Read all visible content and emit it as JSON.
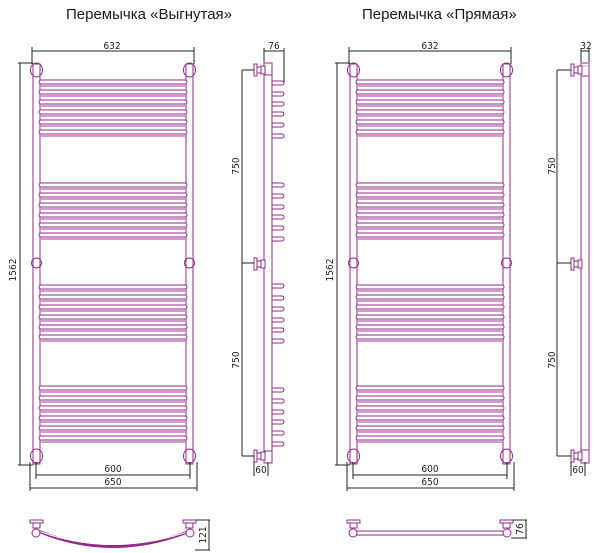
{
  "left": {
    "title": "Перемычка «Выгнутая»",
    "dims": {
      "top_width": "632",
      "depth_top": "76",
      "height": "1562",
      "mount_upper": "750",
      "mount_lower": "750",
      "bottom_inner": "600",
      "bottom_outer": "650",
      "wall_offset": "60",
      "plan_depth": "121"
    }
  },
  "right": {
    "title": "Перемычка «Прямая»",
    "dims": {
      "top_width": "632",
      "depth_top": "32",
      "height": "1562",
      "mount_upper": "750",
      "mount_lower": "750",
      "bottom_inner": "600",
      "bottom_outer": "650",
      "wall_offset": "60",
      "plan_depth": "76"
    }
  },
  "colors": {
    "outline": "#8e2b86",
    "fill_light": "#d79ad0",
    "dimension": "#222222"
  }
}
